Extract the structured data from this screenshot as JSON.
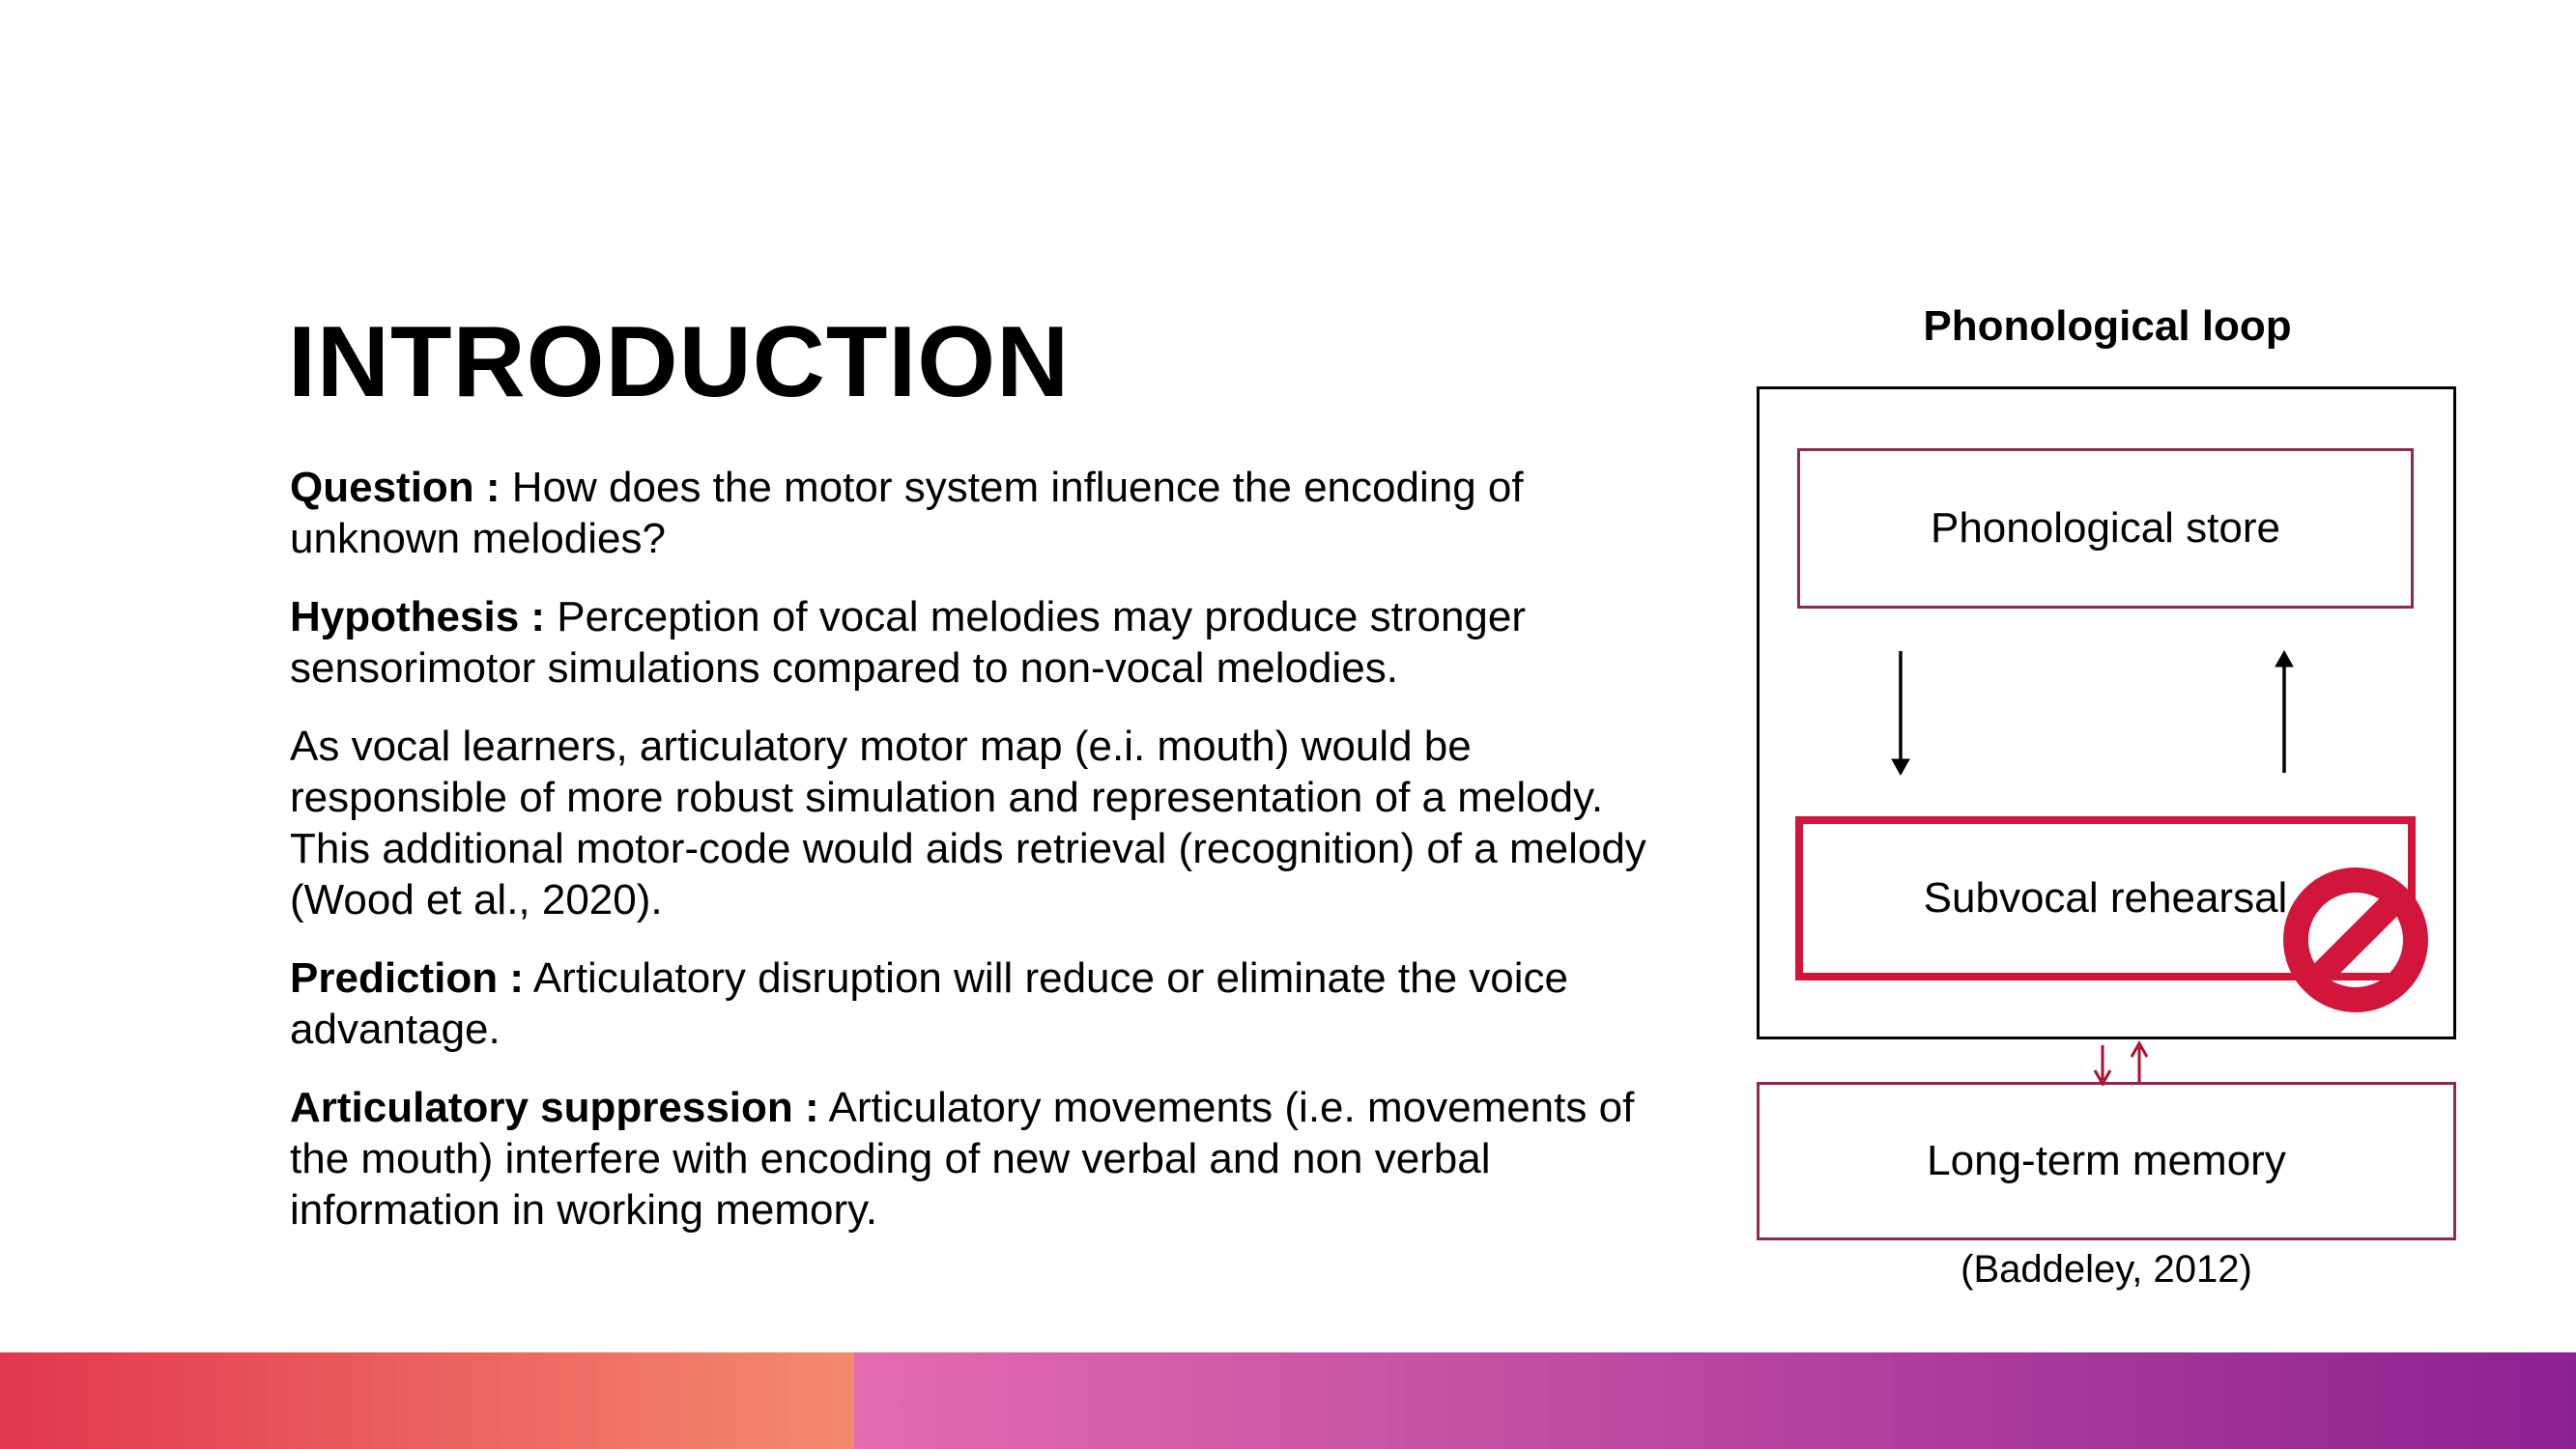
{
  "slide": {
    "title": "INTRODUCTION"
  },
  "paragraphs": [
    {
      "label": "Question :",
      "text": " How does the motor system influence the encoding of unknown melodies?"
    },
    {
      "label": "Hypothesis :",
      "text": " Perception of vocal melodies may produce stronger sensorimotor simulations compared to non-vocal melodies."
    },
    {
      "label": "",
      "text": "As vocal learners, articulatory motor map (e.i. mouth) would be responsible of more robust simulation and representation of a melody. This additional motor-code would aids retrieval (recognition) of a melody (Wood et al., 2020)."
    },
    {
      "label": "Prediction :",
      "text": " Articulatory disruption will reduce or eliminate the voice advantage."
    },
    {
      "label": "Articulatory suppression :",
      "text": " Articulatory movements (i.e. movements of the mouth) interfere with encoding of new verbal and non verbal information in working memory."
    }
  ],
  "diagram": {
    "title": "Phonological loop",
    "store_label": "Phonological store",
    "rehearsal_label": "Subvocal rehearsal",
    "ltm_label": "Long-term memory",
    "citation": "(Baddeley, 2012)",
    "blocked_icon": "no-entry-icon"
  },
  "colors": {
    "box_border": "#8e2a4a",
    "rehearsal_border": "#d2163b",
    "arrow_black": "#000000",
    "arrow_red": "#b01030",
    "no_icon_red": "#d2163b",
    "bar_left_start": "#e2384f",
    "bar_left_end": "#f4896f",
    "bar_right_start": "#e56aae",
    "bar_right_end": "#8c2393"
  }
}
